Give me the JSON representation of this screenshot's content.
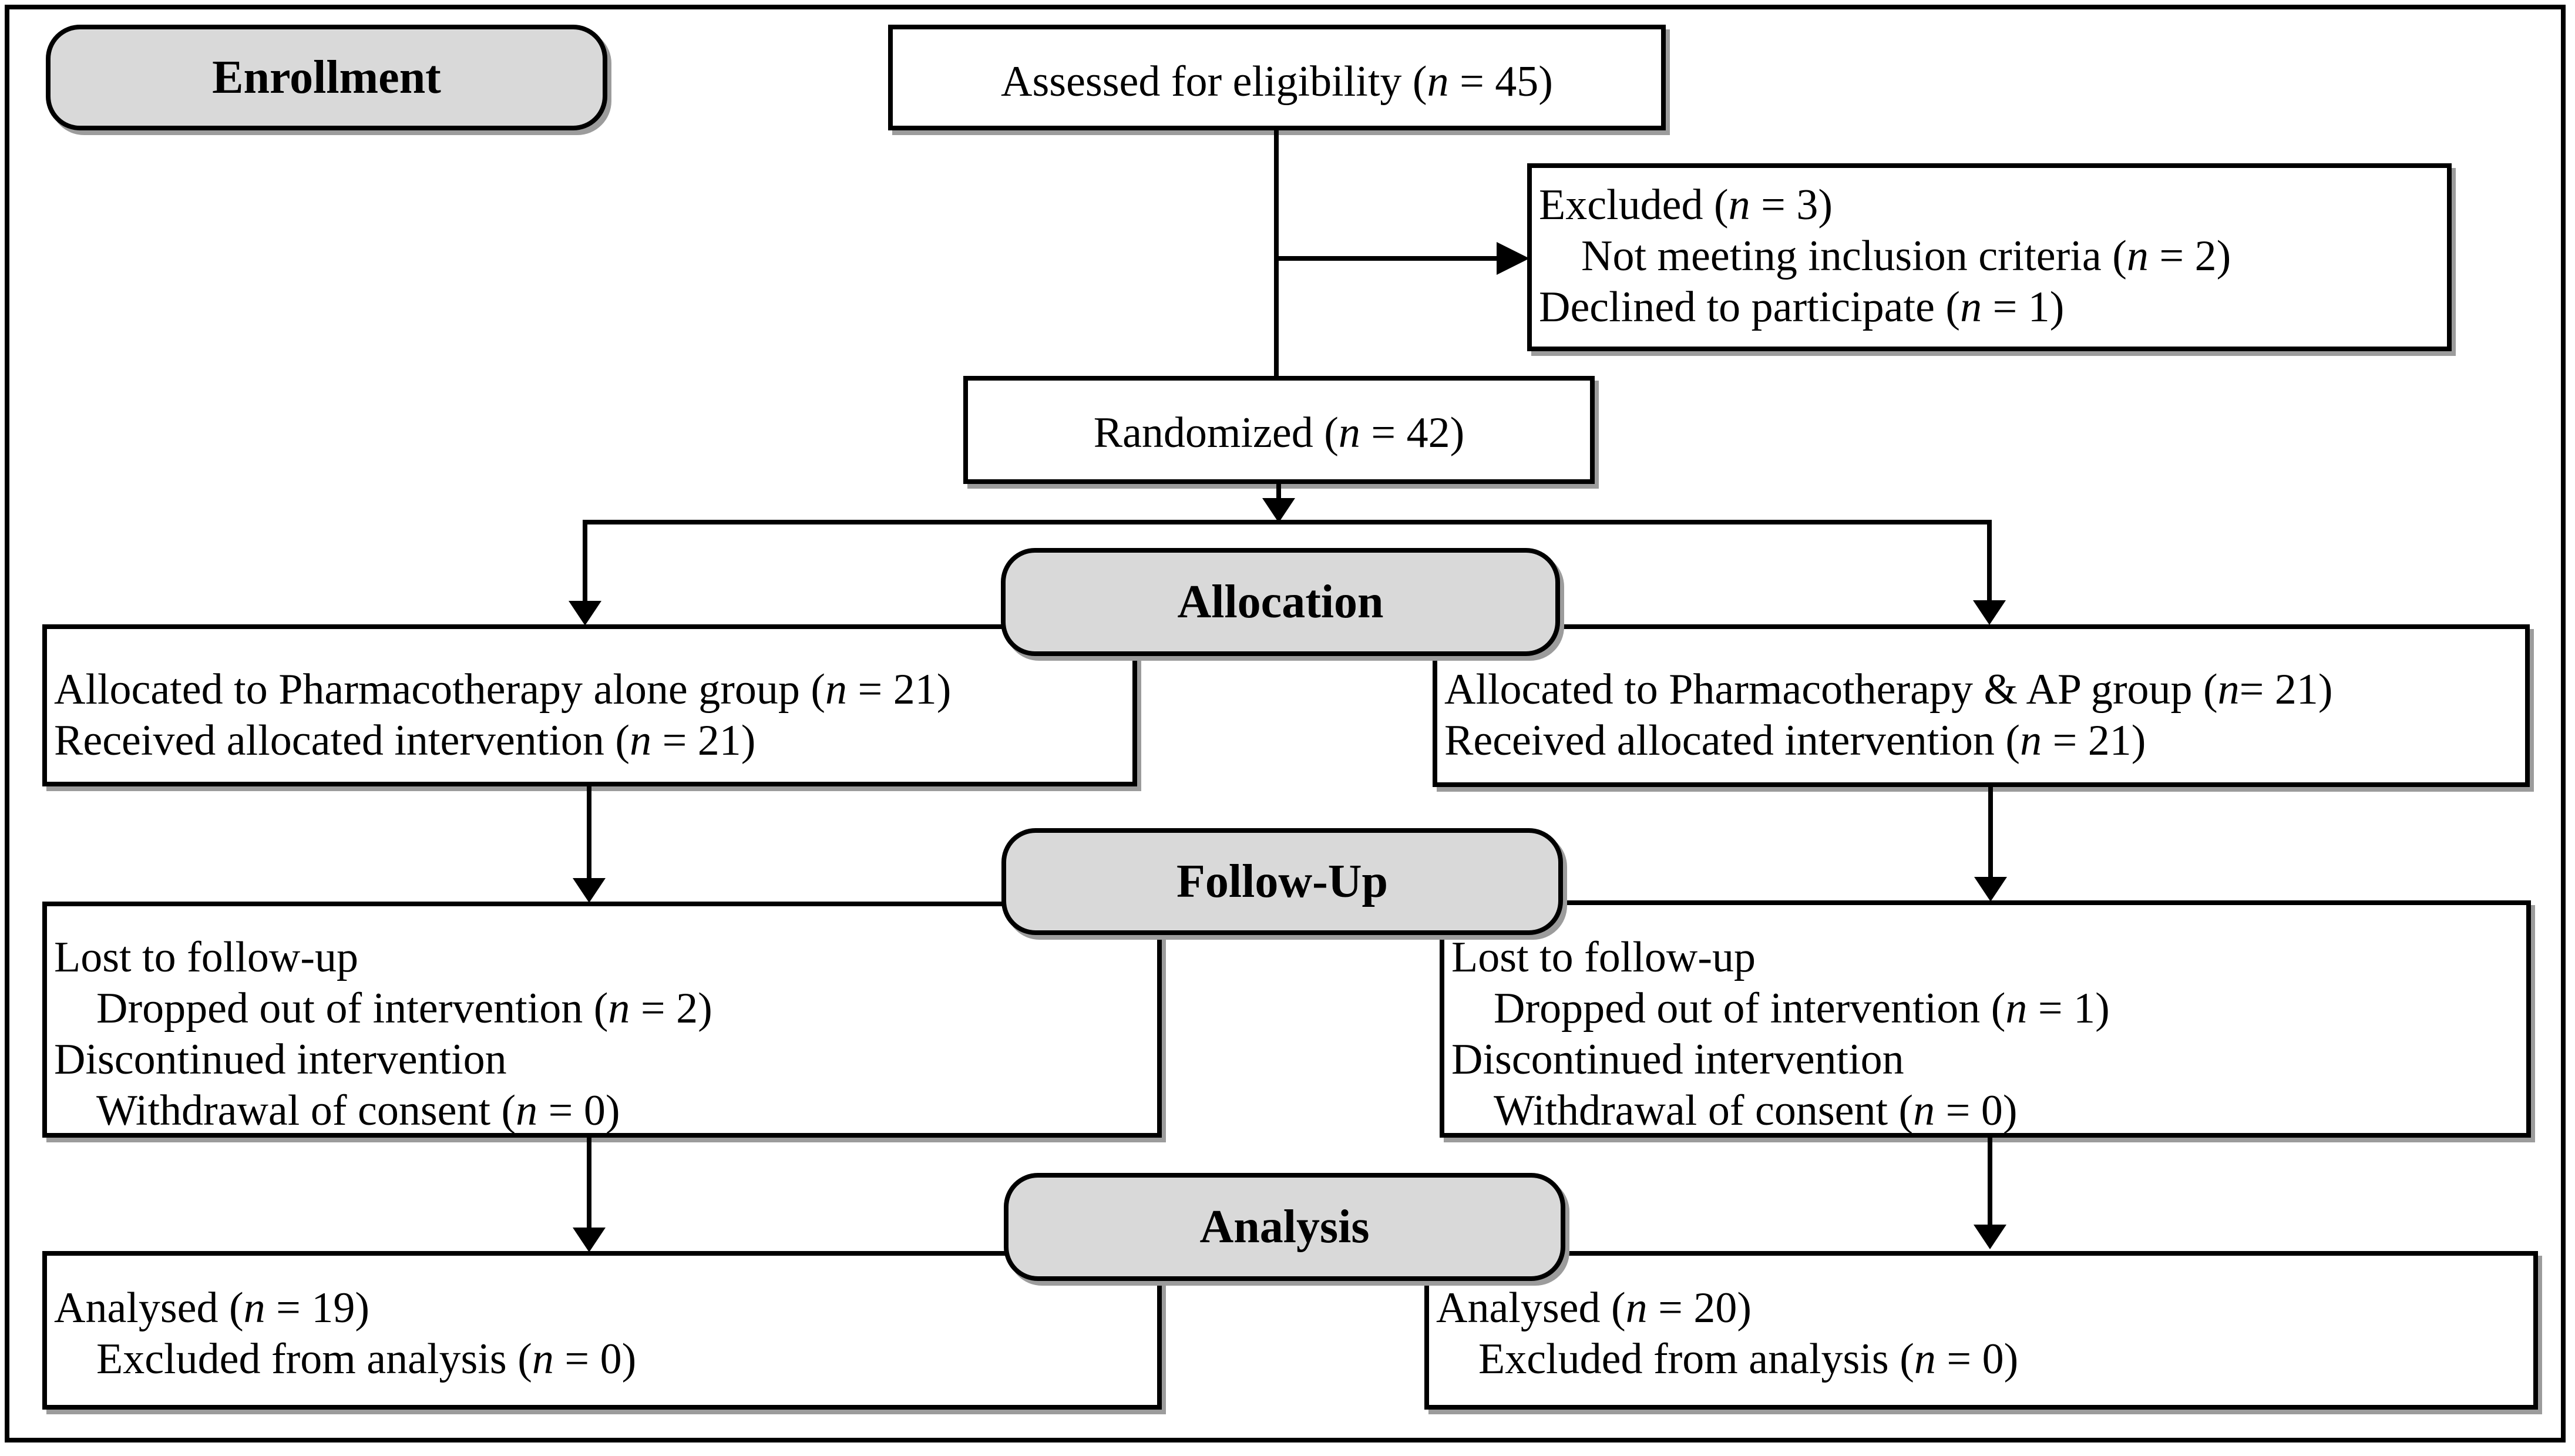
{
  "diagram": {
    "stages": {
      "enrollment_label": "Enrollment",
      "allocation_label": "Allocation",
      "followup_label": "Follow-Up",
      "analysis_label": "Analysis"
    },
    "boxes": {
      "assessed": {
        "lines": [
          {
            "text": "Assessed for eligibility (n = 45)",
            "indent": false
          }
        ]
      },
      "excluded": {
        "lines": [
          {
            "text": "Excluded (n = 3)",
            "indent": false
          },
          {
            "text": "Not meeting inclusion criteria (n = 2)",
            "indent": true
          },
          {
            "text": "Declined to participate (n = 1)",
            "indent": false
          }
        ]
      },
      "randomized": {
        "lines": [
          {
            "text": "Randomized (n = 42)",
            "indent": false
          }
        ]
      },
      "allocation_left": {
        "lines": [
          {
            "text": "Allocated to Pharmacotherapy alone group (n = 21)",
            "indent": false
          },
          {
            "text": "Received allocated intervention (n = 21)",
            "indent": false
          }
        ]
      },
      "allocation_right": {
        "lines": [
          {
            "text": "Allocated to Pharmacotherapy & AP group (n= 21)",
            "indent": false
          },
          {
            "text": "Received allocated intervention (n = 21)",
            "indent": false
          }
        ]
      },
      "followup_left": {
        "lines": [
          {
            "text": "Lost to follow-up",
            "indent": false
          },
          {
            "text": "Dropped out of intervention (n = 2)",
            "indent": true
          },
          {
            "text": "Discontinued intervention",
            "indent": false
          },
          {
            "text": "Withdrawal of consent (n = 0)",
            "indent": true
          }
        ]
      },
      "followup_right": {
        "lines": [
          {
            "text": "Lost to follow-up",
            "indent": false
          },
          {
            "text": "Dropped out of intervention (n = 1)",
            "indent": true
          },
          {
            "text": "Discontinued intervention",
            "indent": false
          },
          {
            "text": "Withdrawal of consent (n = 0)",
            "indent": true
          }
        ]
      },
      "analysis_left": {
        "lines": [
          {
            "text": "Analysed (n = 19)",
            "indent": false
          },
          {
            "text": "Excluded from analysis (n = 0)",
            "indent": true
          }
        ]
      },
      "analysis_right": {
        "lines": [
          {
            "text": "Analysed (n = 20)",
            "indent": false
          },
          {
            "text": "Excluded from analysis (n = 0)",
            "indent": true
          }
        ]
      }
    },
    "colors": {
      "band_fill": "#d9d9d9",
      "box_fill": "#ffffff",
      "line_color": "#000000",
      "shadow_color": "#9c9c9c"
    }
  }
}
